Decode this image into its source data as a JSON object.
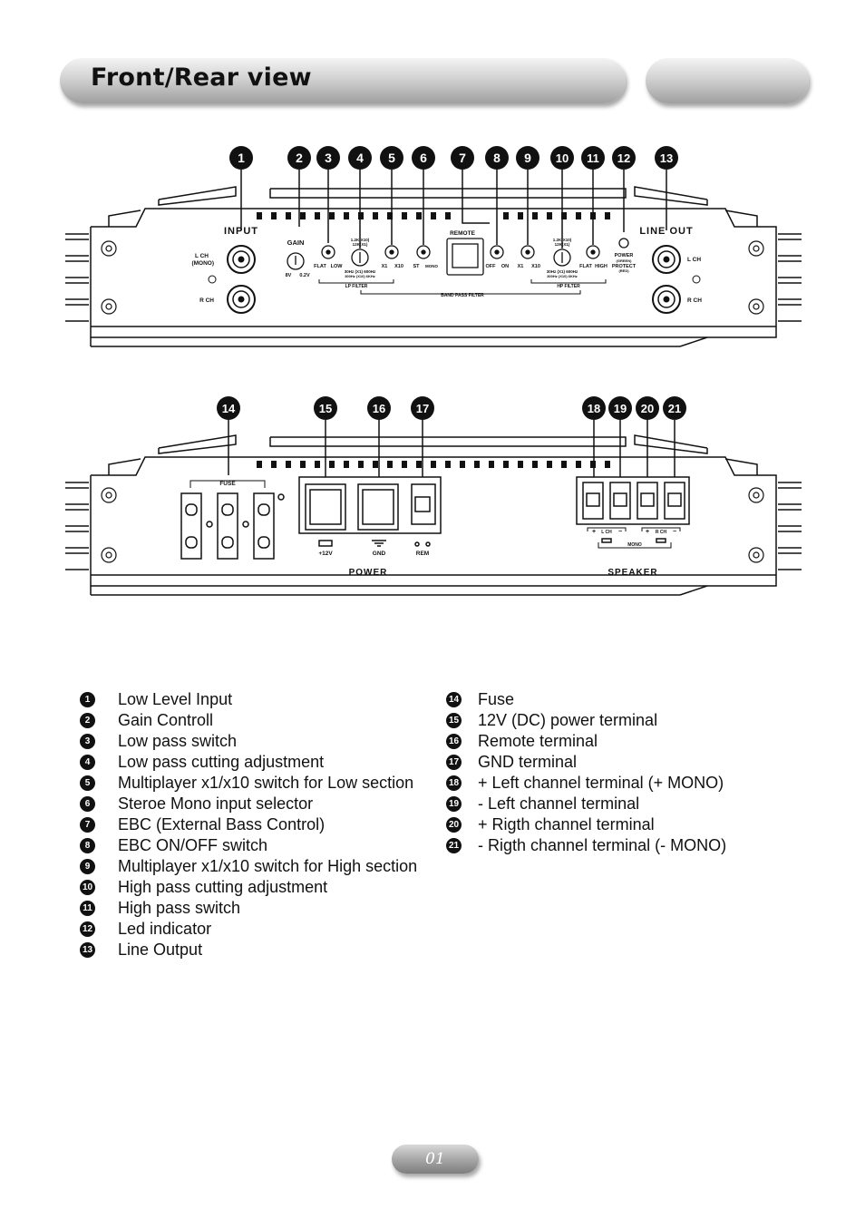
{
  "header": {
    "title": "Front/Rear view"
  },
  "front_panel": {
    "badges": [
      "1",
      "2",
      "3",
      "4",
      "5",
      "6",
      "7",
      "8",
      "9",
      "10",
      "11",
      "12",
      "13"
    ],
    "labels": {
      "input": "INPUT",
      "line_out": "LINE OUT",
      "l_ch": "L CH",
      "mono": "(MONO)",
      "r_ch": "R CH",
      "l_ch_out": "L CH",
      "r_ch_out": "R CH",
      "gain": "GAIN",
      "gain_8v": "8V",
      "gain_02v": "0.2V",
      "flat": "FLAT",
      "low": "LOW",
      "x1": "X1",
      "x10": "X10",
      "st": "ST",
      "mono_small": "MONO",
      "remote": "REMOTE",
      "off": "OFF",
      "on": "ON",
      "x1_hi": "X1",
      "x10_hi": "X10",
      "flat_hi": "FLAT",
      "high": "HIGH",
      "power": "POWER",
      "protect_1": "(GREEN)",
      "protect_2": "PROTECT",
      "protect_3": "(RED)",
      "lp_filter": "LP FILTER",
      "hp_filter": "HP FILTER",
      "band_pass_filter": "BAND PASS FILTER",
      "lp_knob_top": "1.2K(X10)",
      "lp_knob_top2": "12K(X1)",
      "lp_knob_bottom": "30Hz (X1) 600Hz",
      "lp_knob_bottom2": "300Hz (X10) 6KHz",
      "hp_knob_top": "1.2K(X10)",
      "hp_knob_top2": "12K(X1)",
      "hp_knob_bottom": "30Hz (X1) 600Hz",
      "hp_knob_bottom2": "300Hz (X10) 6KHz"
    }
  },
  "rear_panel": {
    "badges": [
      "14",
      "15",
      "16",
      "17",
      "18",
      "19",
      "20",
      "21"
    ],
    "labels": {
      "fuse": "FUSE",
      "plus12v": "+12V",
      "gnd": "GND",
      "rem": "REM",
      "power": "POWER",
      "speaker": "SPEAKER",
      "l_ch": "L CH",
      "r_ch": "R CH",
      "plus_l": "+",
      "minus_l": "−",
      "plus_r": "+",
      "minus_r": "−",
      "mono": "MONO"
    }
  },
  "legend_left": [
    {
      "num": "1",
      "text": "Low Level Input"
    },
    {
      "num": "2",
      "text": "Gain Controll"
    },
    {
      "num": "3",
      "text": "Low pass switch"
    },
    {
      "num": "4",
      "text": "Low pass cutting adjustment"
    },
    {
      "num": "5",
      "text": "Multiplayer x1/x10 switch for Low section"
    },
    {
      "num": "6",
      "text": "Steroe Mono input selector"
    },
    {
      "num": "7",
      "text": "EBC (External Bass Control)"
    },
    {
      "num": "8",
      "text": "EBC ON/OFF switch"
    },
    {
      "num": "9",
      "text": "Multiplayer x1/x10 switch for High section"
    },
    {
      "num": "10",
      "text": "High pass cutting adjustment"
    },
    {
      "num": "11",
      "text": "High pass switch"
    },
    {
      "num": "12",
      "text": "Led indicator"
    },
    {
      "num": "13",
      "text": "Line Output"
    }
  ],
  "legend_right": [
    {
      "num": "14",
      "text": "Fuse"
    },
    {
      "num": "15",
      "text": "12V (DC) power terminal"
    },
    {
      "num": "16",
      "text": "Remote terminal"
    },
    {
      "num": "17",
      "text": "GND terminal"
    },
    {
      "num": "18",
      "text": "+ Left channel terminal (+ MONO)"
    },
    {
      "num": "19",
      "text": "- Left channel terminal"
    },
    {
      "num": "20",
      "text": "+ Rigth channel terminal"
    },
    {
      "num": "21",
      "text": "- Rigth channel terminal (- MONO)"
    }
  ],
  "footer": {
    "page_number": "01"
  }
}
